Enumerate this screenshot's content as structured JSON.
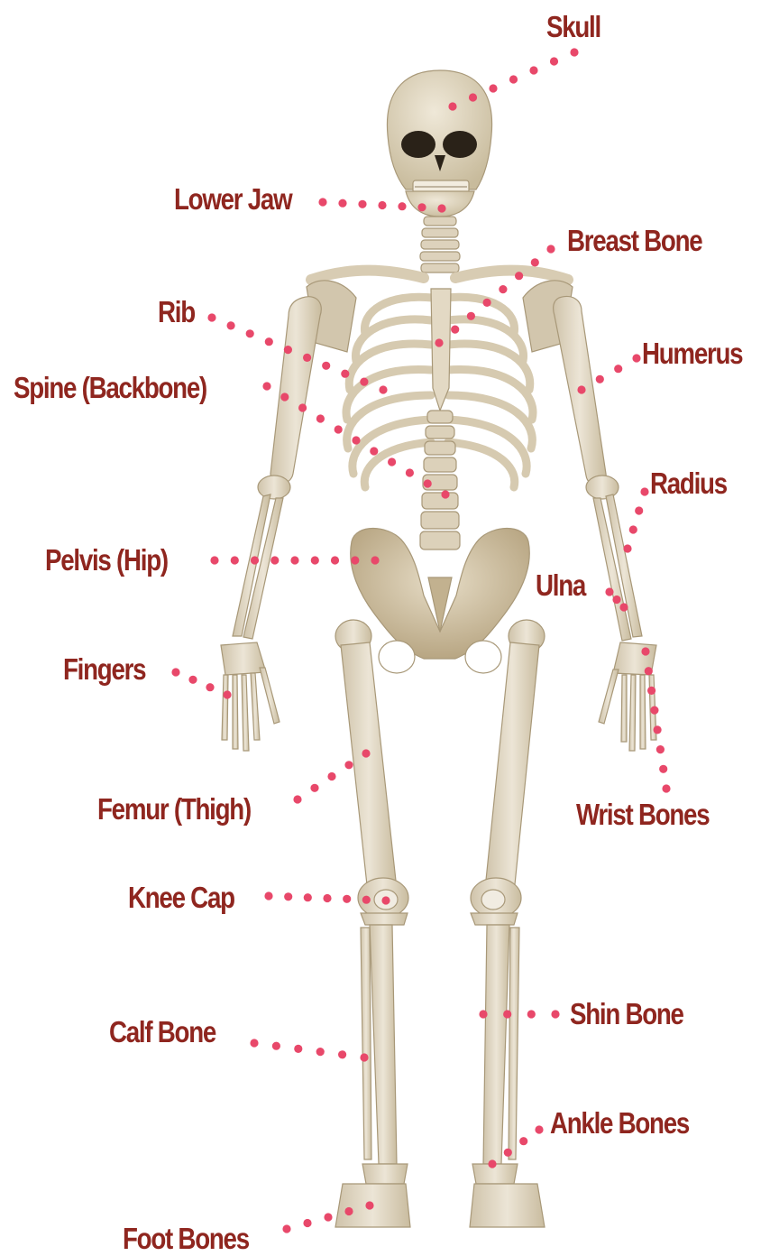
{
  "colors": {
    "label_text": "#8f261f",
    "leader_dots": "#e8486a",
    "bone": "#e4dbc9",
    "bone_shadow": "#b6a686",
    "background": "#ffffff"
  },
  "labels": {
    "skull": "Skull",
    "lower_jaw": "Lower Jaw",
    "breast_bone": "Breast Bone",
    "rib": "Rib",
    "humerus": "Humerus",
    "spine": "Spine (Backbone)",
    "radius": "Radius",
    "pelvis": "Pelvis (Hip)",
    "ulna": "Ulna",
    "fingers": "Fingers",
    "femur": "Femur (Thigh)",
    "wrist_bones": "Wrist Bones",
    "knee_cap": "Knee Cap",
    "shin_bone": "Shin Bone",
    "calf_bone": "Calf Bone",
    "ankle_bones": "Ankle Bones",
    "foot_bones": "Foot Bones"
  }
}
